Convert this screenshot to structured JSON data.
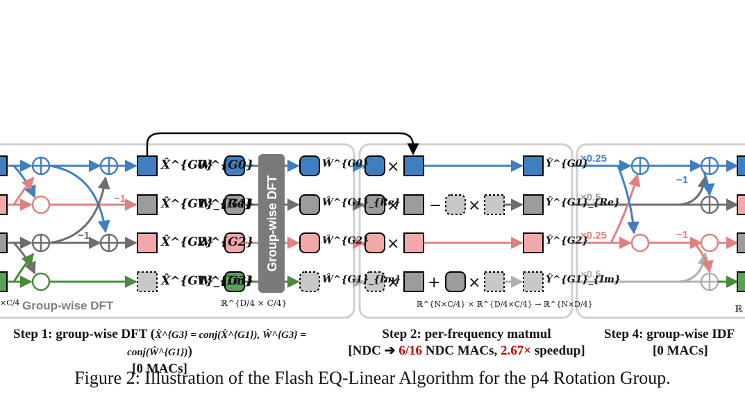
{
  "colors": {
    "blue": "#3f7fc0",
    "red": "#f2a8a8",
    "red_line": "#e08080",
    "gray": "#9c9c9c",
    "green": "#5aa05a",
    "green_line": "#4a8a3a",
    "lightgray": "#c8c8c8",
    "dark_text_red": "#c00000"
  },
  "step1_panel": {
    "outputs": [
      "X̂^{G0}",
      "X̂^{G1}_{Re}",
      "X̂^{G2}",
      "X̂^{G1}_{Im}"
    ],
    "weights": [
      "W^{G0}",
      "W^{G1}",
      "W^{G2}",
      "W^{G3}"
    ],
    "weight_outputs": [
      "Ŵ^{G0}",
      "Ŵ^{G1}_{Re}",
      "Ŵ^{G2}",
      "Ŵ^{G1}_{Im}"
    ],
    "dft_block_label": "Group-wise DFT",
    "panel_label": "Group-wise DFT",
    "neg_one": "−1",
    "neg_one_b": "−1",
    "weight_shape": "ℝ^{D/4 × C/4}",
    "left_shape": "×C/4"
  },
  "step2_panel": {
    "outputs": [
      "Ŷ^{G0}",
      "Ŷ^{G1}_{Re}",
      "Ŷ^{G2}",
      "Ŷ^{G1}_{Im}"
    ],
    "shape": "ℝ^{N×C/4} × ℝ^{D/4×C/4} → ℝ^{N×D/4}",
    "ops": [
      "×",
      "×",
      "−",
      "×",
      "×",
      "×",
      "+",
      "×"
    ]
  },
  "step4_panel": {
    "scales": [
      "×0.25",
      "×0.5",
      "×0.25",
      "×0.5"
    ],
    "neg_one_a": "−1",
    "neg_one_b": "−1",
    "shape_cut": "ℝ"
  },
  "captions": {
    "step1_line1": "Step 1: group-wise DFT (",
    "step1_math": "X̂^{G3} = conj(X̂^{G1}), Ŵ^{G3} = conj(Ŵ^{G1})",
    "step1_line1_end": ")",
    "step1_line2": "[0 MACs]",
    "step2_line1": "Step 2: per-frequency matmul",
    "step2_line2_a": "[NDC ➔ ",
    "step2_line2_b": "6/16",
    "step2_line2_c": " NDC MACs, ",
    "step2_line2_d": "2.67×",
    "step2_line2_e": " speedup]",
    "step4_line1": "Step 4: group-wise IDF",
    "step4_line2": "[0 MACs]"
  },
  "figure_caption": "Figure 2: Illustration of the Flash EQ-Linear Algorithm for the p4 Rotation Group."
}
